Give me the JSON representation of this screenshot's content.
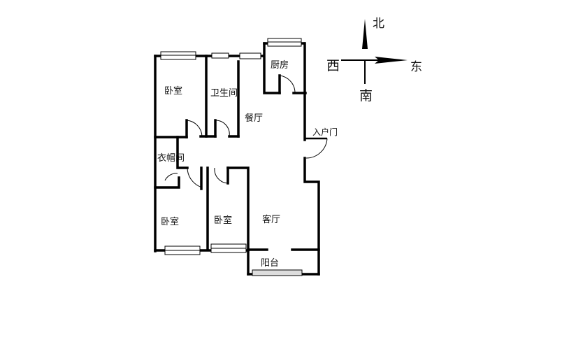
{
  "floorplan": {
    "rooms": [
      {
        "id": "bedroom-nw",
        "label": "卧室"
      },
      {
        "id": "bathroom",
        "label": "卫生间"
      },
      {
        "id": "kitchen",
        "label": "厨房"
      },
      {
        "id": "dining",
        "label": "餐厅"
      },
      {
        "id": "entrance",
        "label": "入户门"
      },
      {
        "id": "closet",
        "label": "衣帽间"
      },
      {
        "id": "bedroom-sw",
        "label": "卧室"
      },
      {
        "id": "bedroom-s",
        "label": "卧室"
      },
      {
        "id": "living",
        "label": "客厅"
      },
      {
        "id": "balcony",
        "label": "阳台"
      }
    ]
  },
  "compass": {
    "north": "北",
    "south": "南",
    "east": "东",
    "west": "西"
  },
  "colors": {
    "wall": "#000000",
    "window_fill": "#ffffff",
    "background": "#ffffff"
  }
}
